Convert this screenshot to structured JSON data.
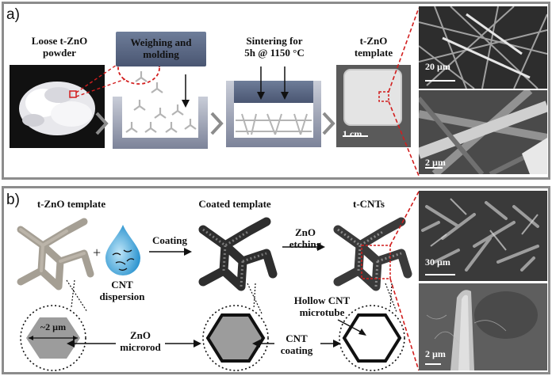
{
  "panel_a": {
    "label": "a)",
    "loose_powder": "Loose t-ZnO\npowder",
    "weighing": "Weighing and\nmolding",
    "sintering": "Sintering for\n5h @ 1150 °C",
    "template": "t-ZnO\ntemplate",
    "scale_photo": "1 cm",
    "scale_sem_top": "20 µm",
    "scale_sem_bottom": "2 µm"
  },
  "panel_b": {
    "label": "b)",
    "template": "t-ZnO template",
    "coated": "Coated template",
    "tcnts": "t-CNTs",
    "dispersion": "CNT\ndispersion",
    "coating_arrow": "Coating",
    "etching": "ZnO\netching",
    "size": "~2 µm",
    "microrod": "ZnO\nmicrorod",
    "cnt_coating": "CNT\ncoating",
    "hollow": "Hollow CNT\nmicrotube",
    "scale_sem_top": "30 µm",
    "scale_sem_bottom": "2 µm"
  },
  "colors": {
    "border": "#8c8c8c",
    "callout": "#d21e1e",
    "drop": "#3aa6dc"
  }
}
